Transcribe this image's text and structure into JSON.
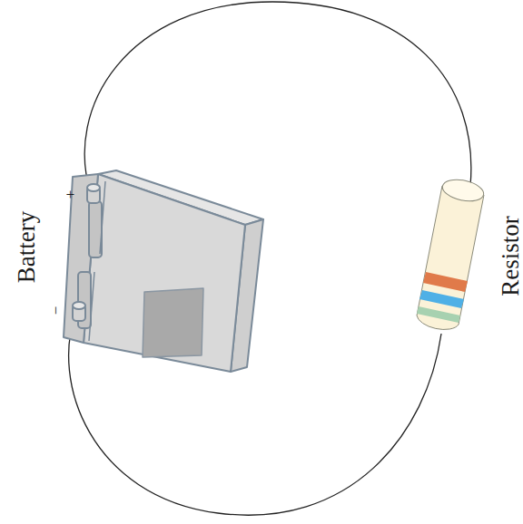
{
  "diagram": {
    "labels": [
      "Battery",
      "+",
      "−",
      "Resistor"
    ]
  }
}
